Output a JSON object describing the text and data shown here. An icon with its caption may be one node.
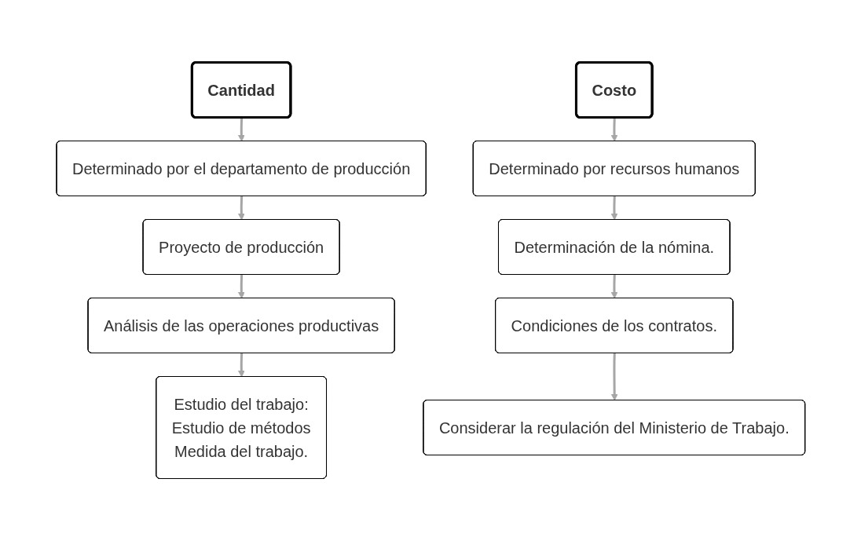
{
  "diagram": {
    "nodes": [
      {
        "text": [
          "Cantidad"
        ]
      },
      {
        "text": [
          "Determinado por el departamento de producción"
        ]
      },
      {
        "text": [
          "Proyecto de producción"
        ]
      },
      {
        "text": [
          "Análisis de las operaciones productivas"
        ]
      },
      {
        "text": [
          "Estudio del trabajo:",
          "Estudio de métodos",
          "Medida del trabajo."
        ]
      },
      {
        "text": [
          "Costo"
        ]
      },
      {
        "text": [
          "Determinado por recursos humanos"
        ]
      },
      {
        "text": [
          "Determinación de la nómina."
        ]
      },
      {
        "text": [
          "Condiciones de los contratos."
        ]
      },
      {
        "text": [
          "Considerar la regulación del Ministerio de Trabajo."
        ]
      }
    ],
    "edges": [
      {
        "from": 0,
        "to": 1,
        "arrow": "to"
      },
      {
        "from": 1,
        "to": 2,
        "arrow": "to"
      },
      {
        "from": 2,
        "to": 3,
        "arrow": "to"
      },
      {
        "from": 3,
        "to": 4,
        "arrow": "to"
      },
      {
        "from": 5,
        "to": 6,
        "arrow": "to"
      },
      {
        "from": 6,
        "to": 7,
        "arrow": "to"
      },
      {
        "from": 7,
        "to": 8,
        "arrow": "to"
      },
      {
        "from": 8,
        "to": 9,
        "arrow": "to"
      }
    ]
  }
}
